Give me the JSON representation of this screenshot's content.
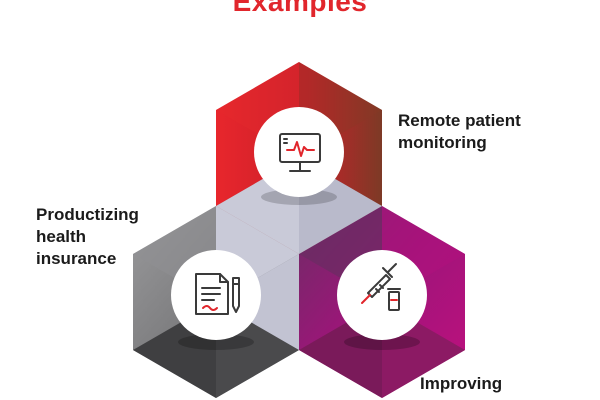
{
  "title": "Examples",
  "colors": {
    "title": "#e1262c",
    "red_light": "#e52a2e",
    "red_dark": "#c0202a",
    "red_brown": "#8a3a24",
    "gray_light": "#8a8a8c",
    "gray_dark": "#5a5a5c",
    "gray_bottom": "#3f3f41",
    "lavender": "#c9cad8",
    "magenta_light": "#b0107e",
    "magenta_dark": "#7a2a6a",
    "magenta_bottom": "#8c1a64",
    "circle_fill": "#ffffff",
    "icon_stroke": "#3a3a3a",
    "icon_accent": "#e1262c"
  },
  "items": [
    {
      "lines": [
        "Remote patient",
        "monitoring"
      ],
      "icon": "monitor-heartbeat-icon"
    },
    {
      "lines": [
        "Productizing",
        "health",
        "insurance"
      ],
      "icon": "document-pen-icon"
    },
    {
      "lines": [
        "Improving"
      ],
      "icon": "syringe-vial-icon"
    }
  ]
}
